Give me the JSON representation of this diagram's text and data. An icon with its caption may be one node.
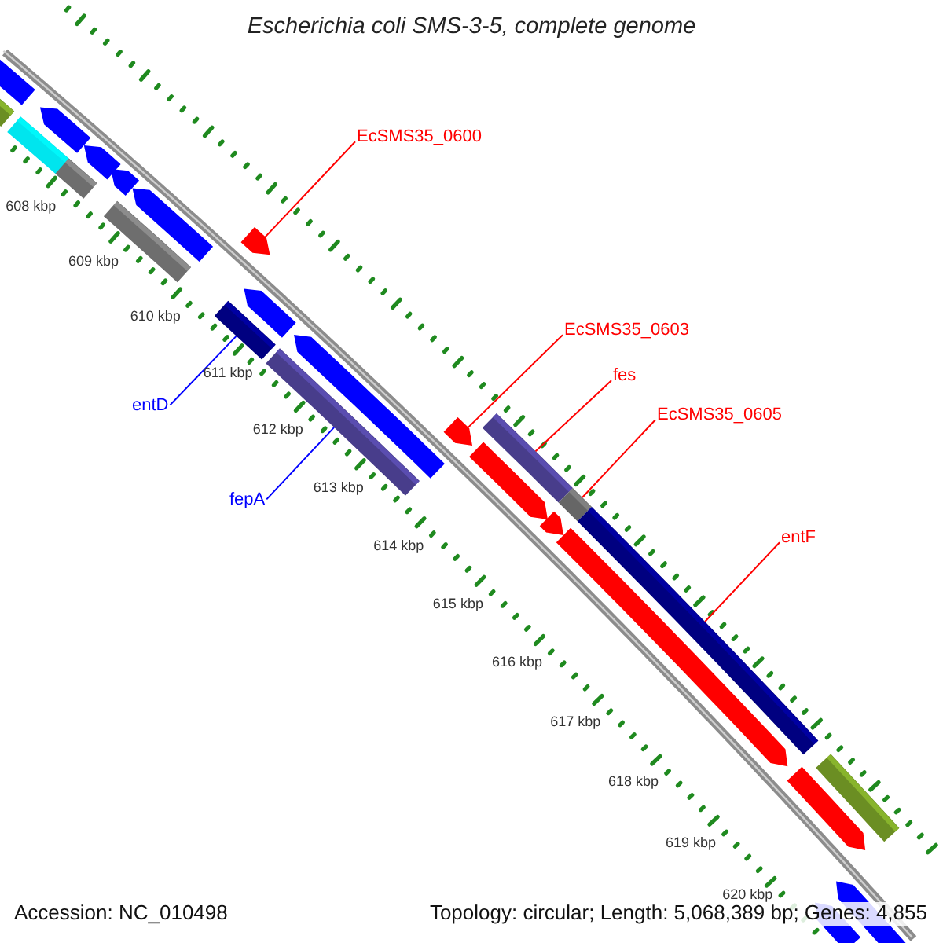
{
  "diagram": {
    "title": "Escherichia coli SMS-3-5, complete genome",
    "nodes": [
      {
        "text": [
          "EcSMS35_0600"
        ]
      },
      {
        "text": [],
        "shape": "arrow"
      },
      {
        "text": [
          "EcSMS35_0603"
        ]
      },
      {
        "text": [],
        "shape": "arrow"
      },
      {
        "text": [
          "fes"
        ]
      },
      {
        "text": [],
        "shape": "bar"
      },
      {
        "text": [
          "EcSMS35_0605"
        ]
      },
      {
        "text": [],
        "shape": "bar"
      },
      {
        "text": [
          "entD"
        ]
      },
      {
        "text": [],
        "shape": "bar"
      },
      {
        "text": [
          "fepA"
        ]
      },
      {
        "text": [],
        "shape": "bar"
      },
      {
        "text": [
          "entF"
        ]
      },
      {
        "text": [],
        "shape": "bar"
      }
    ],
    "edges": [
      {
        "from": 0,
        "to": 1,
        "arrow": "none"
      },
      {
        "from": 2,
        "to": 3,
        "arrow": "none"
      },
      {
        "from": 4,
        "to": 5,
        "arrow": "none"
      },
      {
        "from": 6,
        "to": 7,
        "arrow": "none"
      },
      {
        "from": 8,
        "to": 9,
        "arrow": "none",
        "color": "#0000ff"
      },
      {
        "from": 10,
        "to": 11,
        "arrow": "none",
        "color": "#0000ff"
      },
      {
        "from": 12,
        "to": 13,
        "arrow": "none"
      }
    ],
    "labels": [
      "608 kbp",
      "609 kbp",
      "610 kbp",
      "611 kbp",
      "612 kbp",
      "613 kbp",
      "614 kbp",
      "615 kbp",
      "616 kbp",
      "617 kbp",
      "618 kbp",
      "619 kbp",
      "620 kbp",
      "Accession: NC_010498",
      "Topology: circular; Length: 5,068,389 bp; Genes: 4,855"
    ]
  }
}
